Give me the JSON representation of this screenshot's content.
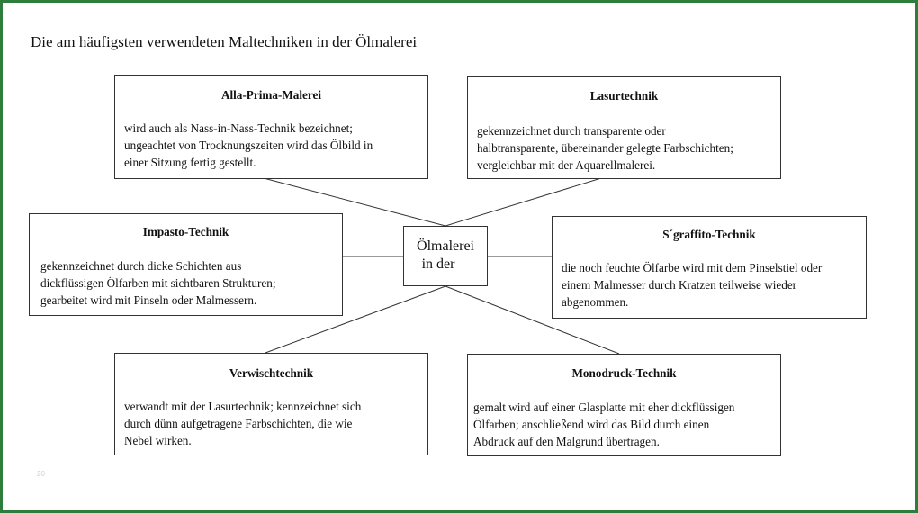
{
  "title": "Die am häufigsten verwendeten Maltechniken in der Ölmalerei",
  "center": {
    "line1": "Ölmalerei",
    "line2": "in der"
  },
  "boxes": {
    "alla_prima": {
      "title": "Alla-Prima-Malerei",
      "lines": [
        "wird auch als Nass-in-Nass-Technik bezeichnet;",
        "ungeachtet von Trocknungszeiten wird das Ölbild in",
        "einer Sitzung fertig gestellt."
      ]
    },
    "lasur": {
      "title": "Lasurtechnik",
      "lines": [
        "gekennzeichnet durch transparente oder",
        "halbtransparente, übereinander gelegte Farbschichten;",
        "vergleichbar mit der Aquarellmalerei."
      ]
    },
    "impasto": {
      "title": "Impasto-Technik",
      "lines": [
        "gekennzeichnet durch dicke Schichten aus",
        "dickflüssigen Ölfarben mit sichtbaren Strukturen;",
        "gearbeitet wird mit Pinseln oder Malmessern."
      ]
    },
    "sgraffito": {
      "title": "S´graffito-Technik",
      "lines": [
        "die noch feuchte Ölfarbe wird mit dem Pinselstiel oder",
        "einem Malmesser durch Kratzen teilweise wieder",
        "abgenommen."
      ]
    },
    "verwisch": {
      "title": "Verwischtechnik",
      "lines": [
        "verwandt mit der Lasurtechnik; kennzeichnet sich",
        "durch dünn aufgetragene Farbschichten, die wie",
        "Nebel wirken."
      ]
    },
    "monodruck": {
      "title": "Monodruck-Technik",
      "lines": [
        "gemalt wird auf einer Glasplatte mit eher dickflüssigen",
        "Ölfarben; anschließend wird das Bild durch einen",
        "Abdruck auf den Malgrund übertragen."
      ]
    }
  },
  "page_number": "20",
  "colors": {
    "frame": "#2e7d3a",
    "line": "#333333"
  }
}
